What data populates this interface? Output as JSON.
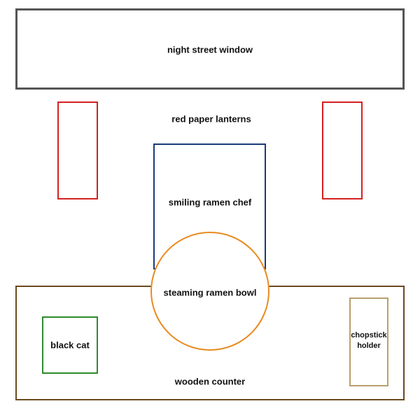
{
  "diagram": {
    "nodes": {
      "window": {
        "label": "night street window",
        "color": "#555555"
      },
      "lanterns": {
        "label": "red paper lanterns",
        "color": "#d62020"
      },
      "chef": {
        "label": "smiling ramen chef",
        "color": "#1a3a7a"
      },
      "bowl": {
        "label": "steaming ramen bowl",
        "color": "#e98a1e"
      },
      "counter": {
        "label": "wooden counter",
        "color": "#6b4a1e"
      },
      "cat": {
        "label": "black cat",
        "color": "#2e8b2e"
      },
      "chopsticks": {
        "label": "chopstick holder",
        "color": "#b8a06e"
      }
    }
  }
}
